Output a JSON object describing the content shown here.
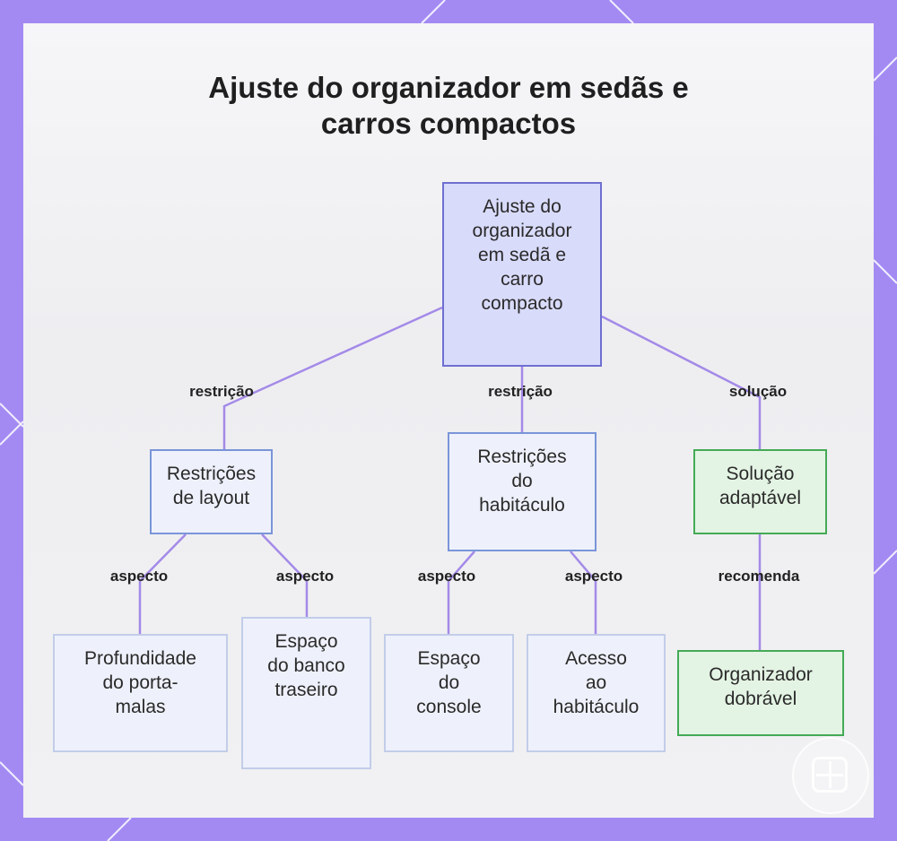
{
  "title_lines": [
    "Ajuste do organizador em sedãs e",
    "carros compactos"
  ],
  "nodes": {
    "root": [
      "Ajuste do",
      "organizador",
      "em sedã e",
      "carro",
      "compacto"
    ],
    "layout": [
      "Restrições",
      "de layout"
    ],
    "habitaculo": [
      "Restrições",
      "do",
      "habitáculo"
    ],
    "solucao": [
      "Solução",
      "adaptável"
    ],
    "profundidade": [
      "Profundidade",
      "do porta-",
      "malas"
    ],
    "banco": [
      "Espaço",
      "do banco",
      "traseiro"
    ],
    "console": [
      "Espaço",
      "do",
      "console"
    ],
    "acesso": [
      "Acesso",
      "ao",
      "habitáculo"
    ],
    "dobravel": [
      "Organizador",
      "dobrável"
    ]
  },
  "edge_labels": {
    "root_layout": "restrição",
    "root_hab": "restrição",
    "root_sol": "solução",
    "layout_prof": "aspecto",
    "layout_banco": "aspecto",
    "hab_console": "aspecto",
    "hab_acesso": "aspecto",
    "sol_dobr": "recomenda"
  },
  "colors": {
    "border_purple": "#a38af3",
    "edge": "#a48ae8",
    "root_fill": "#d9dbfb",
    "green_border": "#44aa55"
  }
}
